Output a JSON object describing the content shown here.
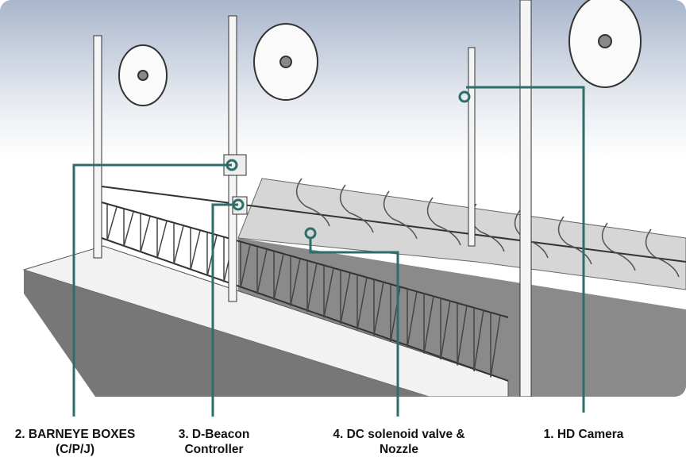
{
  "labels": {
    "barneye": "2. BARNEYE BOXES (C/P/J)",
    "dbeacon": "3. D-Beacon Controller",
    "solenoid": "4. DC solenoid valve & Nozzle",
    "camera": "1. HD Camera"
  },
  "colors": {
    "leader": "#2b6e6a",
    "sky_top": "#a9b6cc",
    "floor": "#8a8a8a"
  }
}
